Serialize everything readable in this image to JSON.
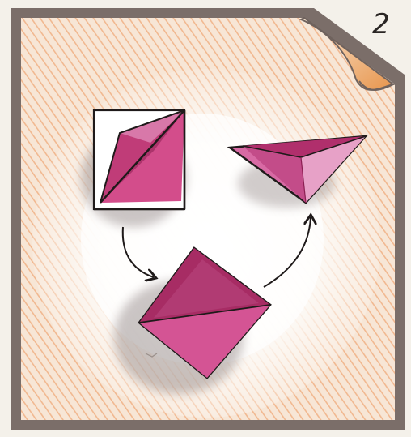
{
  "step": {
    "number": "2"
  },
  "colors": {
    "paper": "#f5f3ee",
    "hatch": "#f2b98c",
    "frame": "#7b6e69",
    "magenta": "#c03c78",
    "magenta_dark": "#8c1f52",
    "magenta_light": "#e291bd",
    "ink": "#1f1a1a",
    "curl": "#f0a862"
  },
  "icons": [
    "arrow-down-right-icon",
    "arrow-up-right-icon"
  ],
  "figures": [
    {
      "name": "folded-square-figure",
      "description_shape": "square with diagonal folds"
    },
    {
      "name": "triangle-shape-figure",
      "description_shape": "flattened triangle"
    },
    {
      "name": "diamond-figure",
      "description_shape": "diamond folded in half"
    }
  ]
}
